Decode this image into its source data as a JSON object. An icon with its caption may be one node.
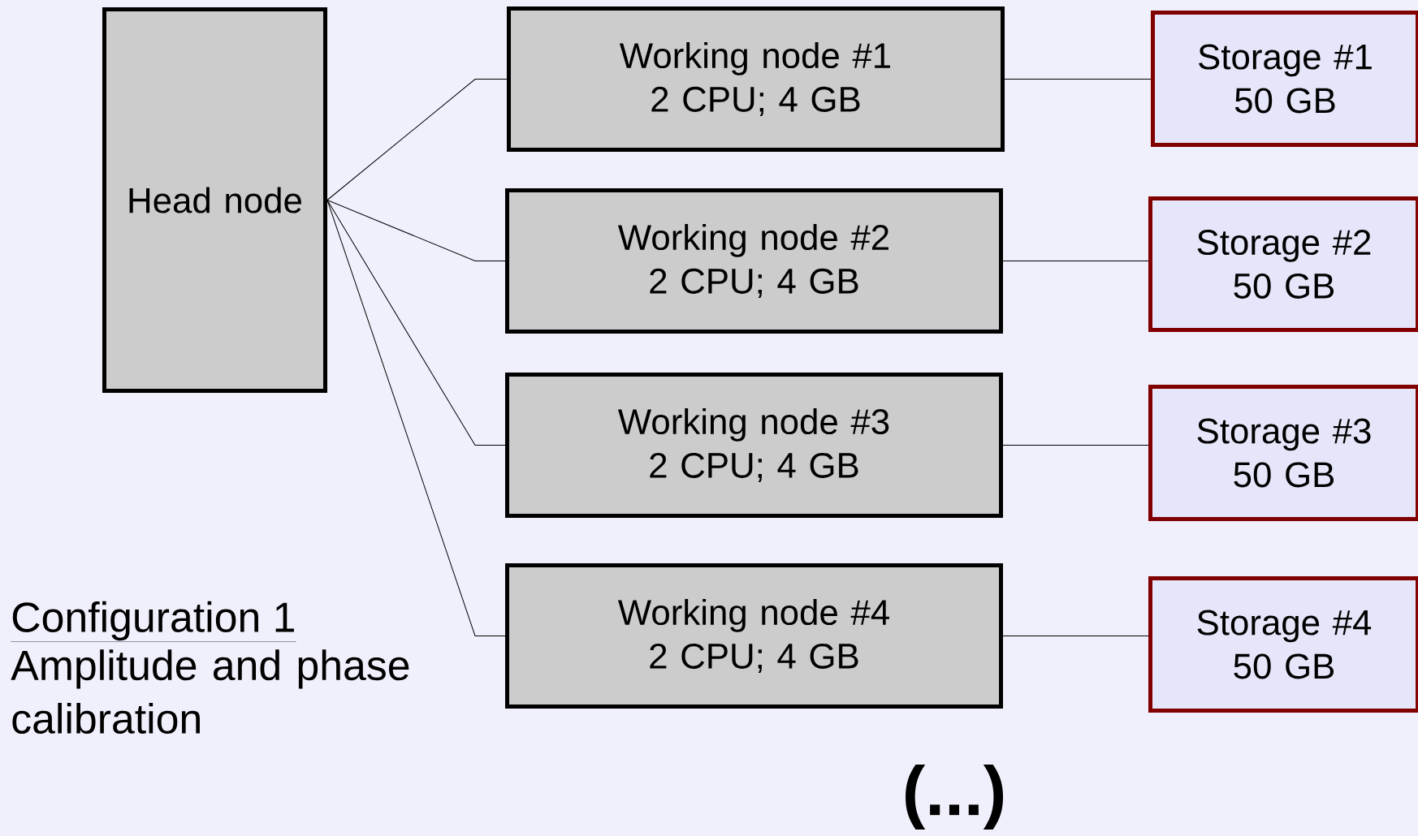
{
  "diagram": {
    "nodes": [
      {
        "text": [
          "Head node"
        ]
      },
      {
        "text": [
          "Working node #1",
          "2 CPU; 4 GB"
        ]
      },
      {
        "text": [
          "Working node #2",
          "2 CPU; 4 GB"
        ]
      },
      {
        "text": [
          "Working node #3",
          "2 CPU; 4 GB"
        ]
      },
      {
        "text": [
          "Working node #4",
          "2 CPU; 4 GB"
        ]
      },
      {
        "text": [
          "Storage #1",
          "50 GB"
        ]
      },
      {
        "text": [
          "Storage #2",
          "50 GB"
        ]
      },
      {
        "text": [
          "Storage #3",
          "50 GB"
        ]
      },
      {
        "text": [
          "Storage #4",
          "50 GB"
        ]
      }
    ],
    "edges": [
      {
        "from": 0,
        "to": 1,
        "arrow": "none"
      },
      {
        "from": 0,
        "to": 2,
        "arrow": "none"
      },
      {
        "from": 0,
        "to": 3,
        "arrow": "none"
      },
      {
        "from": 0,
        "to": 4,
        "arrow": "none"
      },
      {
        "from": 1,
        "to": 5,
        "arrow": "none"
      },
      {
        "from": 2,
        "to": 6,
        "arrow": "none"
      },
      {
        "from": 3,
        "to": 7,
        "arrow": "none"
      },
      {
        "from": 4,
        "to": 8,
        "arrow": "none"
      }
    ],
    "labels": [
      "Configuration 1",
      "Amplitude and phase calibration",
      "(...)"
    ]
  }
}
